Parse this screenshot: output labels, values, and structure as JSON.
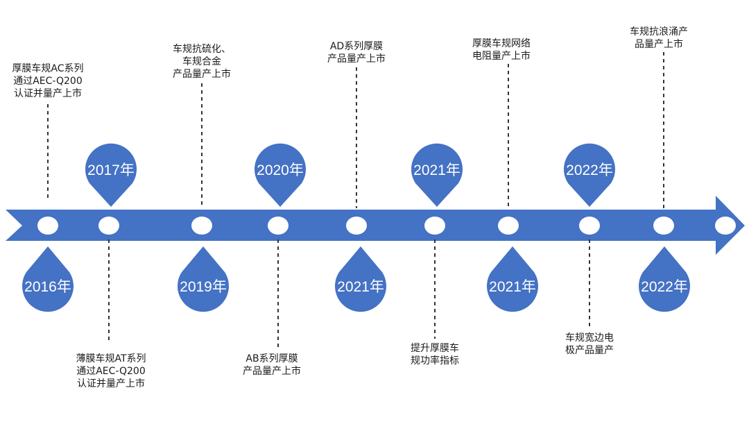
{
  "colors": {
    "accent": "#4472C4",
    "node": "#ffffff",
    "dash": "#333333",
    "text": "#1a1a1a"
  },
  "milestones": [
    {
      "year": "2016年",
      "text": "厚膜车规AC系列\n通过AEC-Q200\n认证并量产上市"
    },
    {
      "year": "2017年",
      "text": "薄膜车规AT系列\n通过AEC-Q200\n认证并量产上市"
    },
    {
      "year": "2019年",
      "text": "车规抗硫化、\n车规合金\n产品量产上市"
    },
    {
      "year": "2020年",
      "text": "AB系列厚膜\n产品量产上市"
    },
    {
      "year": "2021年",
      "text": "AD系列厚膜\n产品量产上市"
    },
    {
      "year": "2021年",
      "text": "提升厚膜车\n规功率指标"
    },
    {
      "year": "2021年",
      "text": "厚膜车规网络\n电阻量产上市"
    },
    {
      "year": "2022年",
      "text": "车规宽边电\n极产品量产"
    },
    {
      "year": "2022年",
      "text": "车规抗浪涌产\n品量产上市"
    }
  ]
}
